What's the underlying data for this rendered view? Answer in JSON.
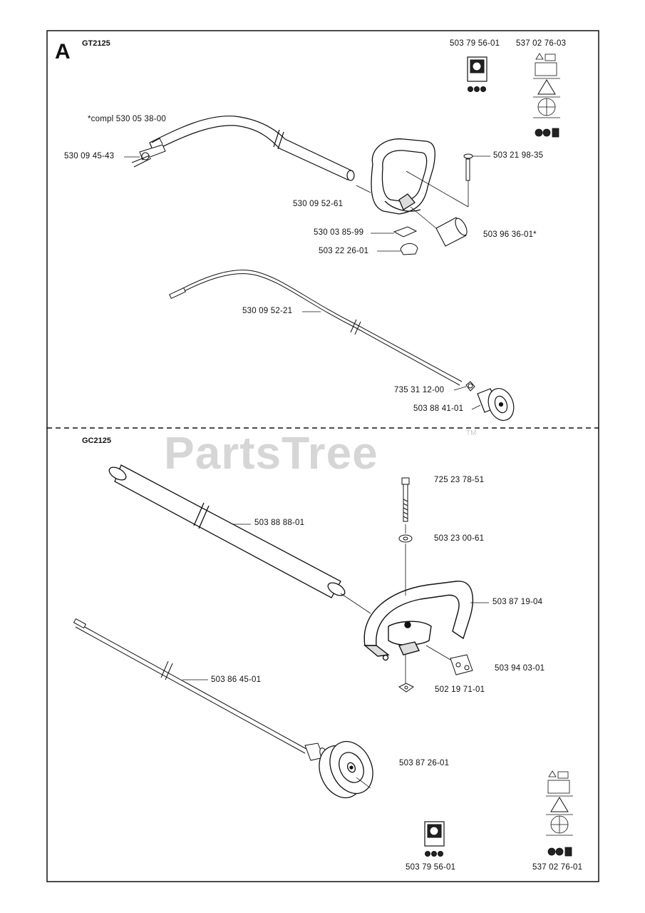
{
  "section_letter": "A",
  "watermark": "PartsTree",
  "trademark": "TM",
  "top": {
    "model": "GT2125",
    "labels": {
      "decal_a": "503 79 56-01",
      "decal_b": "537 02 76-03",
      "shaft_compl": "*compl 530 05 38-00",
      "throttle": "530 09 45-43",
      "screw": "503 21 98-35",
      "handle": "530 09 52-61",
      "bracket": "530 03 85-99",
      "spacer": "503 96 36-01*",
      "clamp": "503 22 26-01",
      "drive_shaft": "530 09 52-21",
      "spring": "735 31 12-00",
      "drum": "503 88 41-01"
    }
  },
  "bottom": {
    "model": "GC2125",
    "labels": {
      "bolt": "725 23 78-51",
      "tube": "503 88 88-01",
      "washer": "503 23 00-61",
      "handle": "503 87 19-04",
      "bracket": "503 94 03-01",
      "nut": "502 19 71-01",
      "drive_shaft": "503 86 45-01",
      "drum": "503 87 26-01",
      "decal_a": "503 79 56-01",
      "decal_b": "537 02 76-01"
    }
  }
}
